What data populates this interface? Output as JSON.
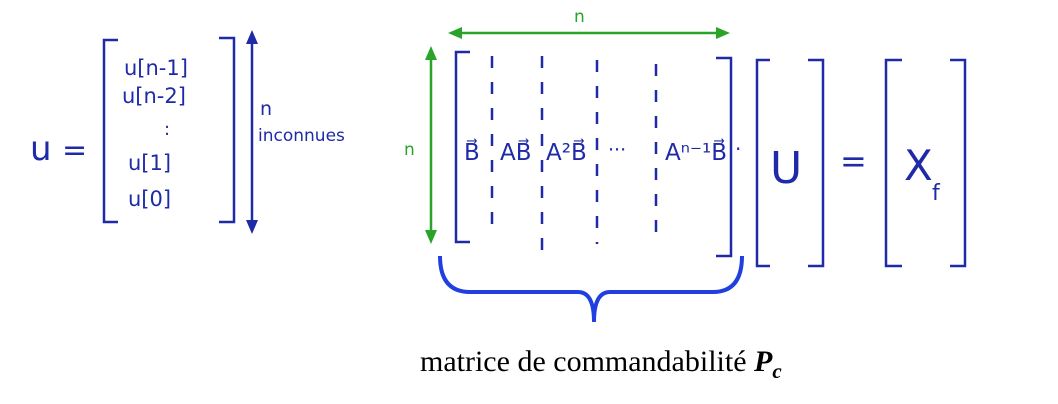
{
  "left": {
    "lhs": "u",
    "equals": "=",
    "vector_entries": [
      "u[n-1]",
      "u[n-2]",
      ":",
      "u[1]",
      "u[0]"
    ],
    "size_label": "n",
    "size_note": "inconnues"
  },
  "matrix": {
    "width_label": "n",
    "height_label": "n",
    "columns": [
      "B⃗",
      "AB⃗",
      "A²B⃗",
      "···",
      "Aⁿ⁻¹B⃗"
    ],
    "multiply_dot": "·"
  },
  "equation": {
    "vector_u": "U",
    "equals": "=",
    "rhs": "X",
    "rhs_sub": "f"
  },
  "caption": {
    "text": "matrice de commandabilité",
    "symbol": "P",
    "symbol_sub": "c"
  },
  "colors": {
    "ink_blue": "#1f2aa6",
    "arrow_green": "#2aa329",
    "brace_blue": "#1f3fe0",
    "caption_black": "#000000"
  }
}
